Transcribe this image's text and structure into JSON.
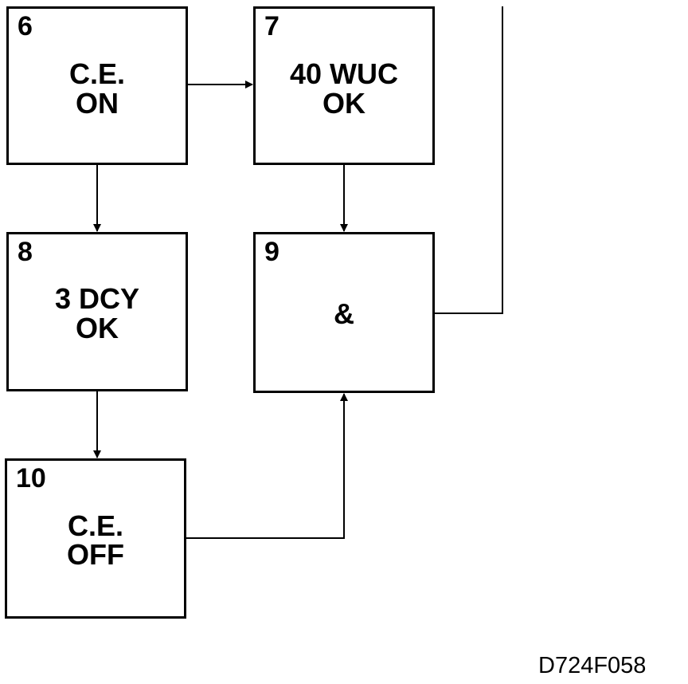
{
  "boxes": {
    "box6": {
      "number": "6",
      "line1": "C.E.",
      "line2": "ON"
    },
    "box7": {
      "number": "7",
      "line1": "40 WUC",
      "line2": "OK"
    },
    "box8": {
      "number": "8",
      "line1": "3 DCY",
      "line2": "OK"
    },
    "box9": {
      "number": "9",
      "line1": "&"
    },
    "box10": {
      "number": "10",
      "line1": "C.E.",
      "line2": "OFF"
    }
  },
  "figure_id": "D724F058"
}
